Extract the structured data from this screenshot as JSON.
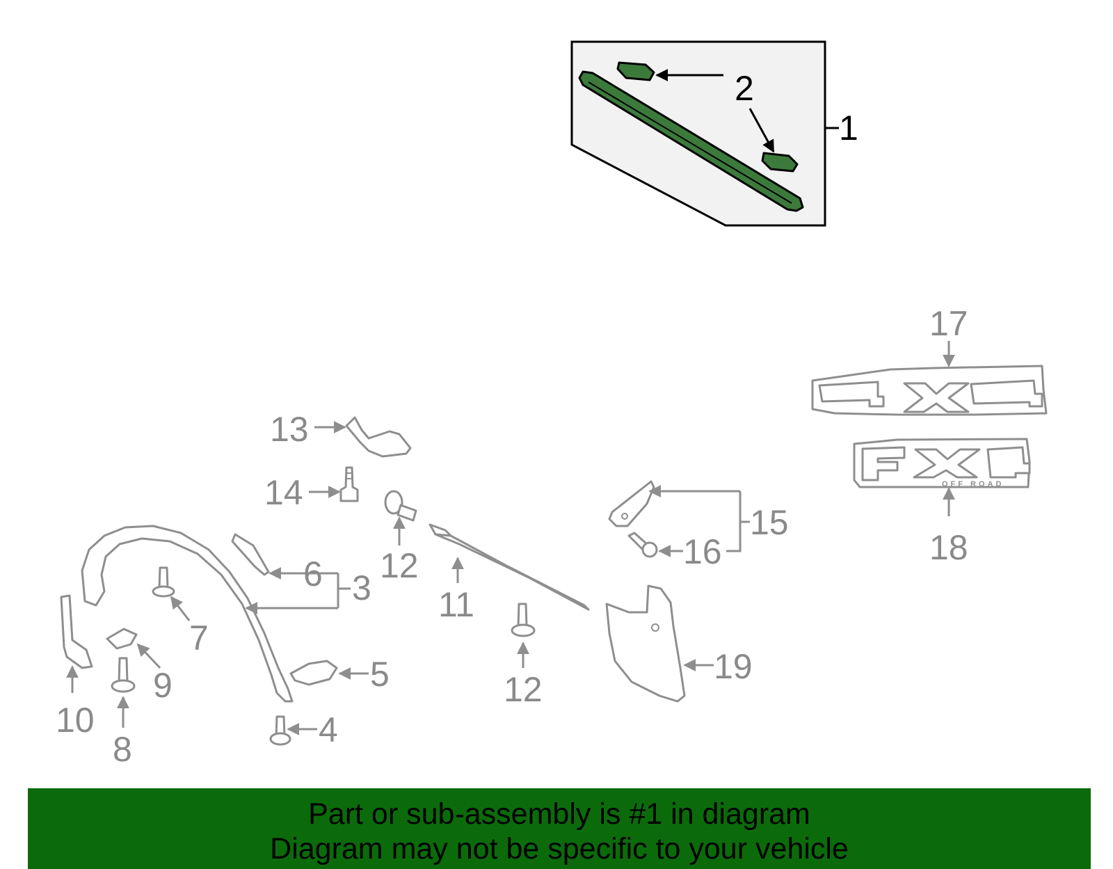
{
  "callouts": {
    "c1": "1",
    "c2": "2",
    "c3": "3",
    "c4": "4",
    "c5": "5",
    "c6": "6",
    "c7": "7",
    "c8": "8",
    "c9": "9",
    "c10": "10",
    "c11": "11",
    "c12a": "12",
    "c12b": "12",
    "c13": "13",
    "c14": "14",
    "c15": "15",
    "c16": "16",
    "c17": "17",
    "c18": "18",
    "c19": "19"
  },
  "badges": {
    "fx4_sub": "OFF ROAD"
  },
  "banner": {
    "line1": "Part or sub-assembly is #1 in diagram",
    "line2": "Diagram may not be specific to your vehicle"
  },
  "colors": {
    "highlight_part": "#3c7a3c",
    "banner_bg": "#0b6b0b",
    "callout_gray": "#8a8a8a"
  }
}
